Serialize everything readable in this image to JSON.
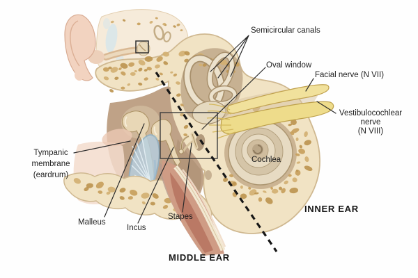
{
  "diagram": {
    "labels": {
      "semicircular_canals": "Semicircular canals",
      "oval_window": "Oval window",
      "facial_nerve": "Facial nerve (N VII)",
      "vestibulocochlear_1": "Vestibulocochlear",
      "vestibulocochlear_2": "nerve",
      "vestibulocochlear_3": "(N VIII)",
      "cochlea": "Cochlea",
      "tympanic_1": "Tympanic",
      "tympanic_2": "membrane",
      "tympanic_3": "(eardrum)",
      "malleus": "Malleus",
      "incus": "Incus",
      "stapes": "Stapes"
    },
    "regions": {
      "middle_ear": "MIDDLE EAR",
      "inner_ear": "INNER EAR"
    },
    "colors": {
      "bone": "#f1e3c4",
      "bone_spots": "#c89f5c",
      "cavity": "#bfa287",
      "nerve_yellow": "#eedc8b",
      "eardrum_blue": "#b7d0e0",
      "canal_skin": "#cf9c85",
      "leader_line": "#2b2b2b"
    }
  }
}
